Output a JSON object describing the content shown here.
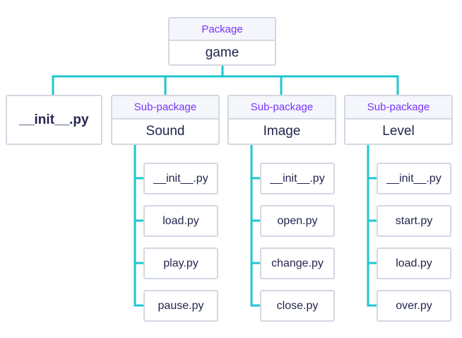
{
  "root": {
    "tag": "Package",
    "name": "game"
  },
  "init_module": "__init__.py",
  "subpackages": [
    {
      "tag": "Sub-package",
      "name": "Sound",
      "files": [
        "__init__.py",
        "load.py",
        "play.py",
        "pause.py"
      ]
    },
    {
      "tag": "Sub-package",
      "name": "Image",
      "files": [
        "__init__.py",
        "open.py",
        "change.py",
        "close.py"
      ]
    },
    {
      "tag": "Sub-package",
      "name": "Level",
      "files": [
        "__init__.py",
        "start.py",
        "load.py",
        "over.py"
      ]
    }
  ],
  "colors": {
    "connector": "#1fc6d0",
    "border": "#d2d8e2",
    "tag_text": "#7933ff",
    "text": "#23264f",
    "tag_background": "#f5f6fb"
  }
}
